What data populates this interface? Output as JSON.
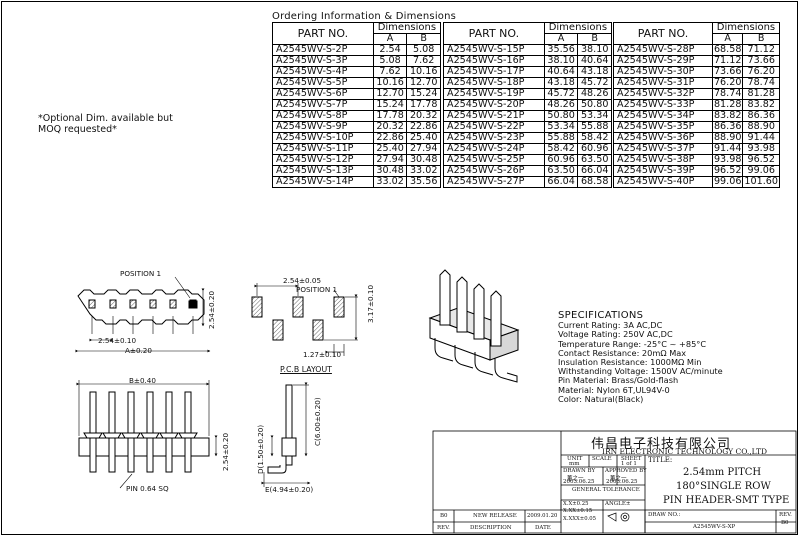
{
  "ordering": {
    "title": "Ordering Information & Dimensions",
    "header_part": "PART NO.",
    "header_dimensions": "Dimensions",
    "header_a": "A",
    "header_b": "B",
    "columns": [
      [
        [
          "A2545WV-S-2P",
          "2.54",
          "5.08"
        ],
        [
          "A2545WV-S-3P",
          "5.08",
          "7.62"
        ],
        [
          "A2545WV-S-4P",
          "7.62",
          "10.16"
        ],
        [
          "A2545WV-S-5P",
          "10.16",
          "12.70"
        ],
        [
          "A2545WV-S-6P",
          "12.70",
          "15.24"
        ],
        [
          "A2545WV-S-7P",
          "15.24",
          "17.78"
        ],
        [
          "A2545WV-S-8P",
          "17.78",
          "20.32"
        ],
        [
          "A2545WV-S-9P",
          "20.32",
          "22.86"
        ],
        [
          "A2545WV-S-10P",
          "22.86",
          "25.40"
        ],
        [
          "A2545WV-S-11P",
          "25.40",
          "27.94"
        ],
        [
          "A2545WV-S-12P",
          "27.94",
          "30.48"
        ],
        [
          "A2545WV-S-13P",
          "30.48",
          "33.02"
        ],
        [
          "A2545WV-S-14P",
          "33.02",
          "35.56"
        ]
      ],
      [
        [
          "A2545WV-S-15P",
          "35.56",
          "38.10"
        ],
        [
          "A2545WV-S-16P",
          "38.10",
          "40.64"
        ],
        [
          "A2545WV-S-17P",
          "40.64",
          "43.18"
        ],
        [
          "A2545WV-S-18P",
          "43.18",
          "45.72"
        ],
        [
          "A2545WV-S-19P",
          "45.72",
          "48.26"
        ],
        [
          "A2545WV-S-20P",
          "48.26",
          "50.80"
        ],
        [
          "A2545WV-S-21P",
          "50.80",
          "53.34"
        ],
        [
          "A2545WV-S-22P",
          "53.34",
          "55.88"
        ],
        [
          "A2545WV-S-23P",
          "55.88",
          "58.42"
        ],
        [
          "A2545WV-S-24P",
          "58.42",
          "60.96"
        ],
        [
          "A2545WV-S-25P",
          "60.96",
          "63.50"
        ],
        [
          "A2545WV-S-26P",
          "63.50",
          "66.04"
        ],
        [
          "A2545WV-S-27P",
          "66.04",
          "68.58"
        ]
      ],
      [
        [
          "A2545WV-S-28P",
          "68.58",
          "71.12"
        ],
        [
          "A2545WV-S-29P",
          "71.12",
          "73.66"
        ],
        [
          "A2545WV-S-30P",
          "73.66",
          "76.20"
        ],
        [
          "A2545WV-S-31P",
          "76.20",
          "78.74"
        ],
        [
          "A2545WV-S-32P",
          "78.74",
          "81.28"
        ],
        [
          "A2545WV-S-33P",
          "81.28",
          "83.82"
        ],
        [
          "A2545WV-S-34P",
          "83.82",
          "86.36"
        ],
        [
          "A2545WV-S-35P",
          "86.36",
          "88.90"
        ],
        [
          "A2545WV-S-36P",
          "88.90",
          "91.44"
        ],
        [
          "A2545WV-S-37P",
          "91.44",
          "93.98"
        ],
        [
          "A2545WV-S-38P",
          "93.98",
          "96.52"
        ],
        [
          "A2545WV-S-39P",
          "96.52",
          "99.06"
        ],
        [
          "A2545WV-S-40P",
          "99.06",
          "101.60"
        ]
      ]
    ]
  },
  "note": {
    "line1": "*Optional Dim. available but",
    "line2": "MOQ requested*"
  },
  "drawing": {
    "position_1": "POSITION 1",
    "position_1_pcb": "POSITION 1",
    "dim_254_020": "2.54±0.20",
    "dim_254_010": "2.54±0.10",
    "dim_a_020": "A±0.20",
    "dim_254_005": "2.54±0.05",
    "dim_317_010": "3.17±0.10",
    "dim_127_010": "1.27±0.10",
    "pcb_layout": "P.C.B LAYOUT",
    "dim_b_040": "B±0.40",
    "dim_254_020_front": "2.54±0.20",
    "pin_note": "PIN 0.64 SQ",
    "dim_d": "D(1.50±0.20)",
    "dim_c": "C(6.00±0.20)",
    "dim_e": "E(4.94±0.20)"
  },
  "specifications": {
    "title": "SPECIFICATIONS",
    "lines": [
      "Current Rating: 3A AC,DC",
      "Voltage Rating: 250V AC,DC",
      "Temperature Range: -25°C ~ +85°C",
      "Contact Resistance: 20mΩ Max",
      "Insulation Resistance: 1000MΩ Min",
      "Withstanding Voltage: 1500V AC/minute",
      "Pin Material: Brass/Gold-flash",
      "Material: Nylon 6T,UL94V-0",
      "Color: Natural(Black)"
    ]
  },
  "title_block": {
    "company_cn": "伟昌电子科技有限公司",
    "company_en": "IRN ELECTRONIC TECHNOLOGY CO.,LTD",
    "unit_label": "UNIT",
    "unit_value": "mm",
    "scale_label": "SCALE",
    "sheet_label": "SHEET",
    "sheet_value": "1 of 1",
    "title_label": "TITLE:",
    "drawn_by_label": "DRAWN BY",
    "drawn_by_name": "董之一",
    "drawn_date": "2003.06.25",
    "approved_by_label": "APPROVED BY",
    "approved_by_name": "董之一",
    "approved_date": "2003.06.25",
    "general_tolerance": "GENERAL TOLERANCE",
    "tol_1": "X.X±0.25",
    "tol_2": "X.XX±0.15",
    "tol_3": "X.XXX±0.05",
    "angle_label": "ANGLE±",
    "title_line1": "2.54mm PITCH",
    "title_line2": "180°SINGLE ROW",
    "title_line3": "PIN HEADER-SMT TYPE",
    "drawing_no_label": "DRAW NO.:",
    "drawing_no": "A2545WV-S-XP",
    "rev_label": "REV.",
    "rev_value": "B0",
    "history_rev": "B0",
    "history_desc": "NEW RELEASE",
    "history_date": "2009.01.20",
    "history_rev_label": "REV.",
    "history_desc_label": "DESCRIPTION",
    "history_date_label": "DATE"
  }
}
